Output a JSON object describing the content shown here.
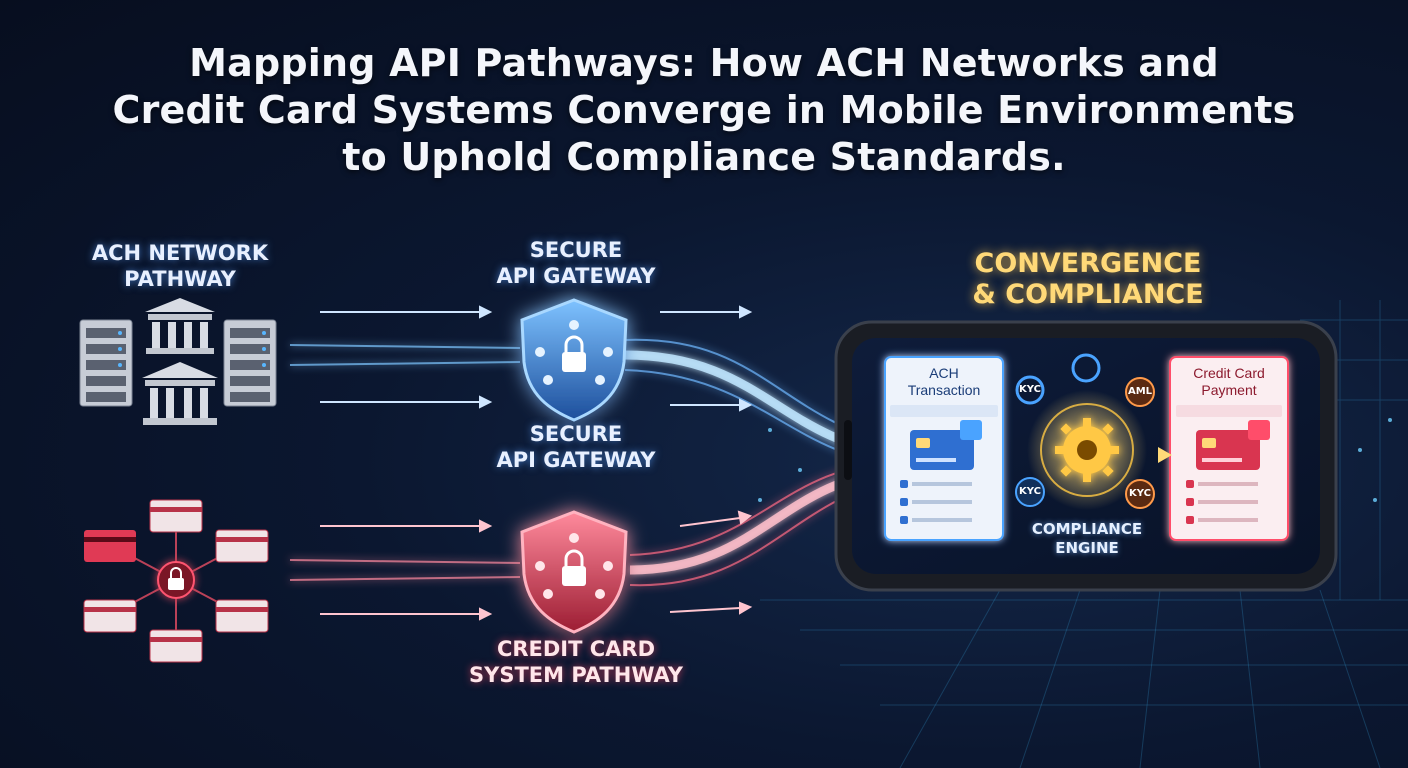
{
  "title": {
    "line1": "Mapping API Pathways: How ACH Networks and",
    "line2": "Credit Card Systems Converge in Mobile Environments",
    "line3": "to Uphold Compliance Standards."
  },
  "ach_pathway": {
    "line1": "ACH NETWORK",
    "line2": "PATHWAY"
  },
  "gateway_top": {
    "line1": "SECURE",
    "line2": "API GATEWAY"
  },
  "gateway_mid": {
    "line1": "SECURE",
    "line2": "API GATEWAY"
  },
  "card_pathway": {
    "line1": "CREDIT CARD",
    "line2": "SYSTEM PATHWAY"
  },
  "convergence": {
    "line1": "CONVERGENCE",
    "line2": "& COMPLIANCE"
  },
  "phone": {
    "ach_card": {
      "line1": "ACH",
      "line2": "Transaction"
    },
    "cc_card": {
      "line1": "Credit Card",
      "line2": "Payment"
    },
    "engine": {
      "line1": "COMPLIANCE",
      "line2": "ENGINE"
    },
    "badges": [
      "KYC",
      "AML",
      "KYC",
      "KYC"
    ]
  },
  "colors": {
    "ach_blue": "#4aa3ff",
    "card_red": "#ff4d6a",
    "gold": "#ffc844",
    "background": "#0b1730"
  },
  "icons": [
    "server-rack-icon",
    "bank-icon",
    "credit-card-icon",
    "lock-icon",
    "shield-icon",
    "gear-icon",
    "arrow-icon"
  ]
}
